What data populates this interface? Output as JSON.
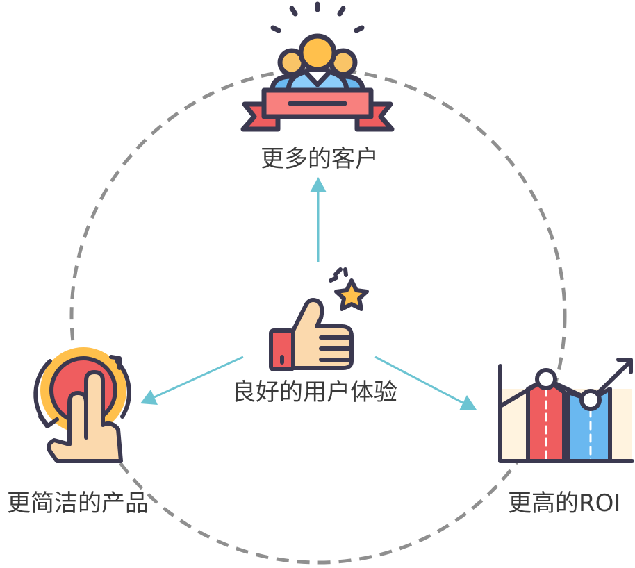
{
  "labels": {
    "center": "良好的用户体验",
    "top": "更多的客户",
    "left": "更简洁的产品",
    "right": "更高的ROI"
  },
  "colors": {
    "outline": "#3b3950",
    "circle": "#8f8f8f",
    "arrow": "#6cc4d2",
    "skin": "#fbd9ad",
    "red": "#ef5d5f",
    "light_red": "#f8807e",
    "yellow": "#ffc04c",
    "orange_yellow": "#f9c467",
    "blue": "#6ab8f0",
    "light_blue": "#8ccdfa",
    "cream": "#fff3df",
    "text": "#3a3a3a"
  },
  "icons": {
    "top": "audience-ribbon-icon",
    "center": "thumbs-up-star-icon",
    "left": "tap-button-refresh-icon",
    "right": "growth-chart-icon"
  }
}
